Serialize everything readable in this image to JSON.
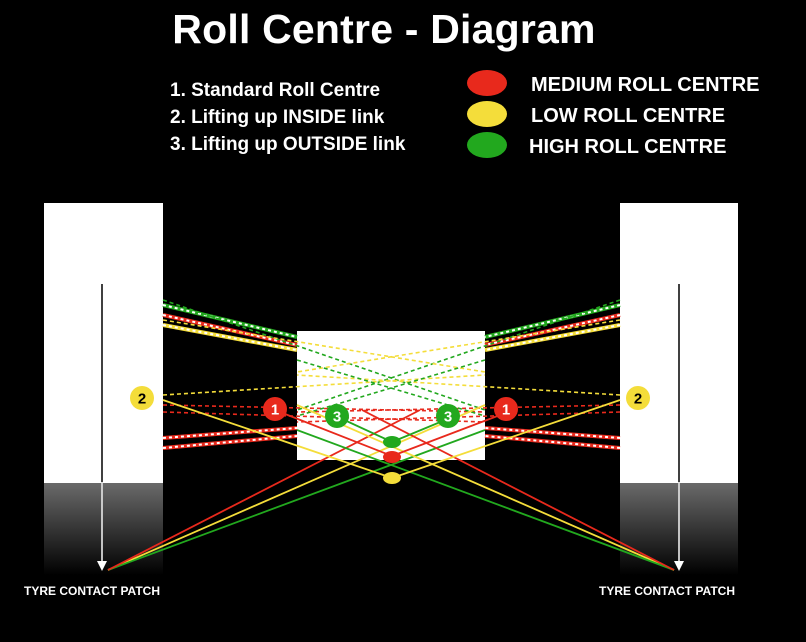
{
  "title": "Roll Centre - Diagram",
  "notes": [
    "1. Standard Roll Centre",
    "2. Lifting up INSIDE link",
    "3. Lifting up OUTSIDE link"
  ],
  "legend": [
    {
      "label": "MEDIUM ROLL CENTRE",
      "color": "#e8291c"
    },
    {
      "label": "LOW ROLL CENTRE",
      "color": "#f4dd3a"
    },
    {
      "label": "HIGH ROLL CENTRE",
      "color": "#22a81e"
    }
  ],
  "captions": {
    "left": "TYRE CONTACT PATCH",
    "right": "TYRE CONTACT PATCH"
  },
  "markers": {
    "red": "1",
    "yellow": "2",
    "green": "3"
  },
  "colors": {
    "red": "#e8291c",
    "yellow": "#f4dd3a",
    "green": "#22a81e",
    "white": "#ffffff",
    "background": "#000000"
  }
}
